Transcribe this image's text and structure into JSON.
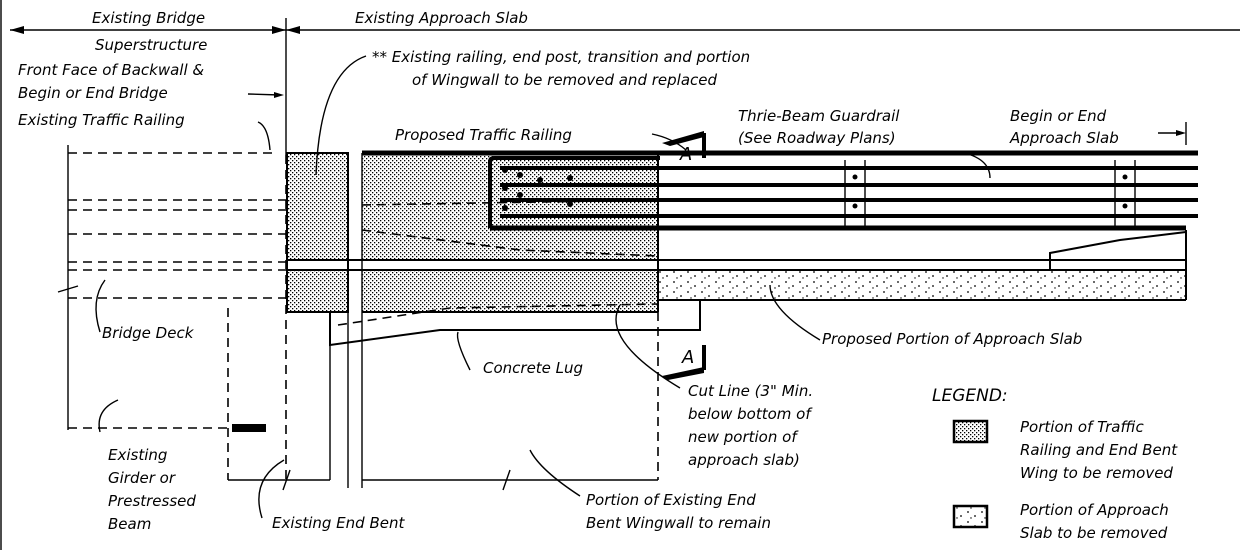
{
  "labels": {
    "existing_bridge_1": "Existing Bridge",
    "existing_bridge_2": "Superstructure",
    "existing_approach_slab": "Existing Approach Slab",
    "front_face_1": "Front Face of Backwall &",
    "front_face_2": "Begin or End Bridge",
    "existing_traffic_railing": "Existing Traffic Railing",
    "removal_note_1": "** Existing railing, end post, transition and portion",
    "removal_note_2": "of Wingwall to be removed and replaced",
    "proposed_traffic_railing": "Proposed Traffic Railing",
    "section_mark": "A",
    "thrie_beam_1": "Thrie-Beam Guardrail",
    "thrie_beam_2": "(See Roadway Plans)",
    "begin_end_slab_1": "Begin or End",
    "begin_end_slab_2": "Approach Slab",
    "bridge_deck": "Bridge Deck",
    "concrete_lug": "Concrete Lug",
    "cut_line_1": "Cut Line (3\" Min.",
    "cut_line_2": "below bottom of",
    "cut_line_3": "new portion of",
    "cut_line_4": "approach slab)",
    "proposed_approach": "Proposed Portion of Approach Slab",
    "girder_1": "Existing",
    "girder_2": "Girder or",
    "girder_3": "Prestressed",
    "girder_4": "Beam",
    "end_bent": "Existing End Bent",
    "wingwall_1": "Portion of Existing End",
    "wingwall_2": "Bent Wingwall to remain"
  },
  "legend": {
    "title": "LEGEND:",
    "items": [
      {
        "lines": [
          "Portion of Traffic",
          "Railing and End Bent",
          "Wing to be removed"
        ]
      },
      {
        "lines": [
          "Portion of Approach",
          "Slab to be removed"
        ]
      }
    ]
  }
}
